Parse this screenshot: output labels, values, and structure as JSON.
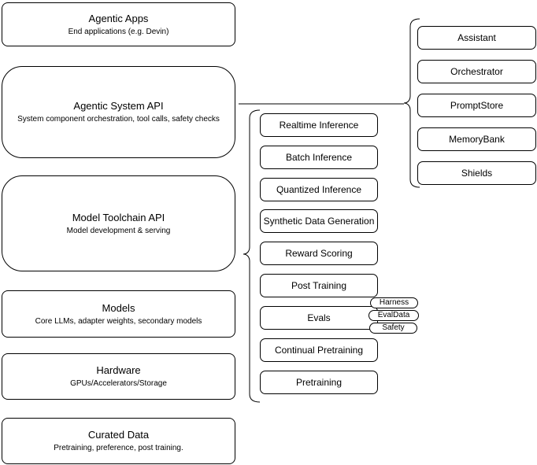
{
  "left_stack": [
    {
      "title": "Agentic Apps",
      "subtitle": "End applications (e.g. Devin)"
    },
    {
      "title": "Agentic System API",
      "subtitle": "System component orchestration, tool calls, safety checks"
    },
    {
      "title": "Model Toolchain API",
      "subtitle": "Model development & serving"
    },
    {
      "title": "Models",
      "subtitle": "Core LLMs, adapter weights, secondary models"
    },
    {
      "title": "Hardware",
      "subtitle": "GPUs/Accelerators/Storage"
    },
    {
      "title": "Curated Data",
      "subtitle": "Pretraining, preference, post training."
    }
  ],
  "toolchain_items": [
    "Realtime Inference",
    "Batch Inference",
    "Quantized Inference",
    "Synthetic Data Generation",
    "Reward Scoring",
    "Post Training",
    "Evals",
    "Continual Pretraining",
    "Pretraining"
  ],
  "eval_tags": [
    "Harness",
    "EvalData",
    "Safety"
  ],
  "system_components": [
    "Assistant",
    "Orchestrator",
    "PromptStore",
    "MemoryBank",
    "Shields"
  ],
  "colors": {
    "stroke": "#000000",
    "fill": "#ffffff"
  }
}
